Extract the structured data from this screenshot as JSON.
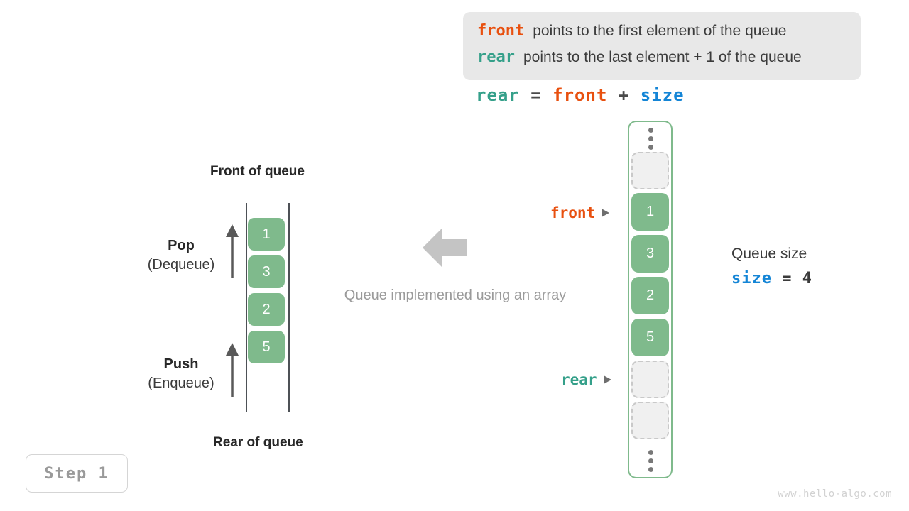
{
  "legend": {
    "rows": [
      {
        "key": "front",
        "key_color": "#e8500f",
        "text": "points to the first element of the queue"
      },
      {
        "key": "rear",
        "key_color": "#35a08a",
        "text": "points to the last element + 1 of the queue"
      }
    ],
    "background": "#e8e8e8"
  },
  "formula": {
    "rear": "rear",
    "equals": "=",
    "front": "front",
    "plus": "+",
    "size": "size"
  },
  "left_diagram": {
    "front_label": "Front of queue",
    "rear_label": "Rear of queue",
    "cells": [
      "1",
      "3",
      "2",
      "5"
    ],
    "cell_color": "#7fba8c",
    "pop": {
      "title": "Pop",
      "sub": "(Dequeue)"
    },
    "push": {
      "title": "Push",
      "sub": "(Enqueue)"
    }
  },
  "center": {
    "caption": "Queue implemented using an array",
    "arrow_color": "#c4c4c4"
  },
  "array": {
    "border_color": "#7fba8c",
    "slots": [
      {
        "kind": "dots",
        "value": ""
      },
      {
        "kind": "empty",
        "value": ""
      },
      {
        "kind": "filled",
        "value": "1"
      },
      {
        "kind": "filled",
        "value": "3"
      },
      {
        "kind": "filled",
        "value": "2"
      },
      {
        "kind": "filled",
        "value": "5"
      },
      {
        "kind": "empty",
        "value": ""
      },
      {
        "kind": "empty",
        "value": ""
      },
      {
        "kind": "dots",
        "value": ""
      }
    ],
    "pointers": [
      {
        "name": "front",
        "label": "front",
        "color": "#e8500f"
      },
      {
        "name": "rear",
        "label": "rear",
        "color": "#35a08a"
      }
    ]
  },
  "queue_size": {
    "title": "Queue size",
    "var": "size",
    "rest": " = 4",
    "var_color": "#1485d6"
  },
  "step_badge": {
    "label": "Step 1"
  },
  "watermark": {
    "text": "www.hello-algo.com"
  }
}
